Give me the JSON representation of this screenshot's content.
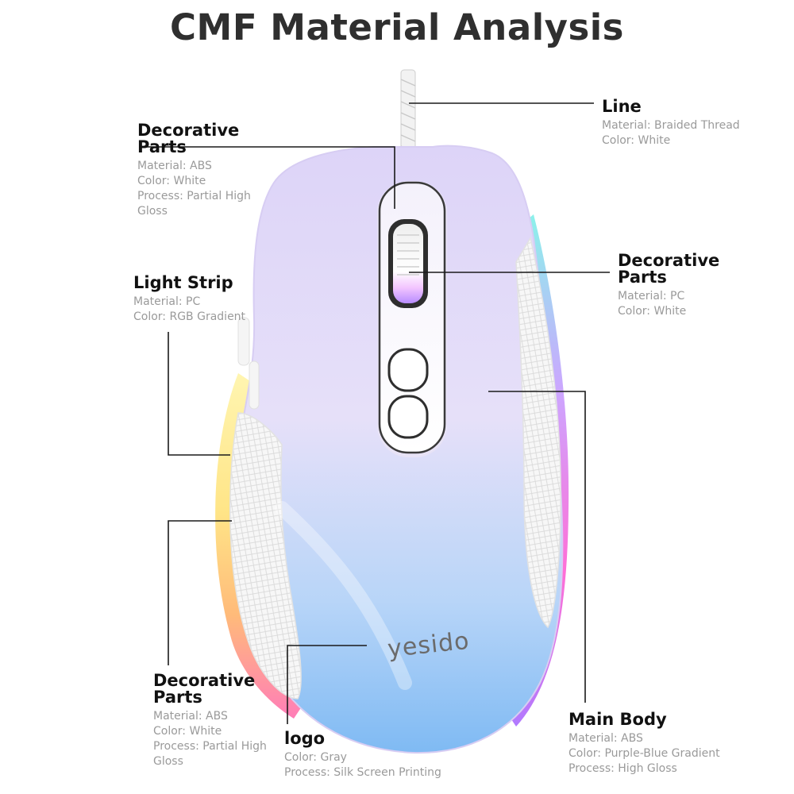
{
  "title": "CMF Material Analysis",
  "brand_logo_text": "yesido",
  "callouts": {
    "line": {
      "heading": "Line",
      "details": [
        "Material: Braided Thread",
        "Color: White"
      ]
    },
    "top_decorative": {
      "heading_lines": [
        "Decorative",
        "Parts"
      ],
      "details": [
        "Material: ABS",
        "Color: White",
        "Process: Partial High",
        "Gloss"
      ]
    },
    "light_strip": {
      "heading": "Light Strip",
      "details": [
        "Material: PC",
        "Color: RGB Gradient"
      ]
    },
    "wheel_decorative": {
      "heading_lines": [
        "Decorative",
        "Parts"
      ],
      "details": [
        "Material: PC",
        "Color: White"
      ]
    },
    "side_decorative": {
      "heading_lines": [
        "Decorative",
        "Parts"
      ],
      "details": [
        "Material: ABS",
        "Color: White",
        "Process: Partial High",
        "Gloss"
      ]
    },
    "logo": {
      "heading": "logo",
      "details": [
        "Color: Gray",
        "Process: Silk Screen Printing"
      ]
    },
    "main_body": {
      "heading": "Main Body",
      "details": [
        "Material: ABS",
        "Color: Purple-Blue Gradient",
        "Process: High Gloss"
      ]
    }
  },
  "colors": {
    "body_top": "#d9d0f7",
    "body_bottom": "#8fc4f7",
    "trim": "#ffffff",
    "outline": "#3a3a3a",
    "leader": "#1a1a1a",
    "logo_gray": "#6b6b6b"
  }
}
